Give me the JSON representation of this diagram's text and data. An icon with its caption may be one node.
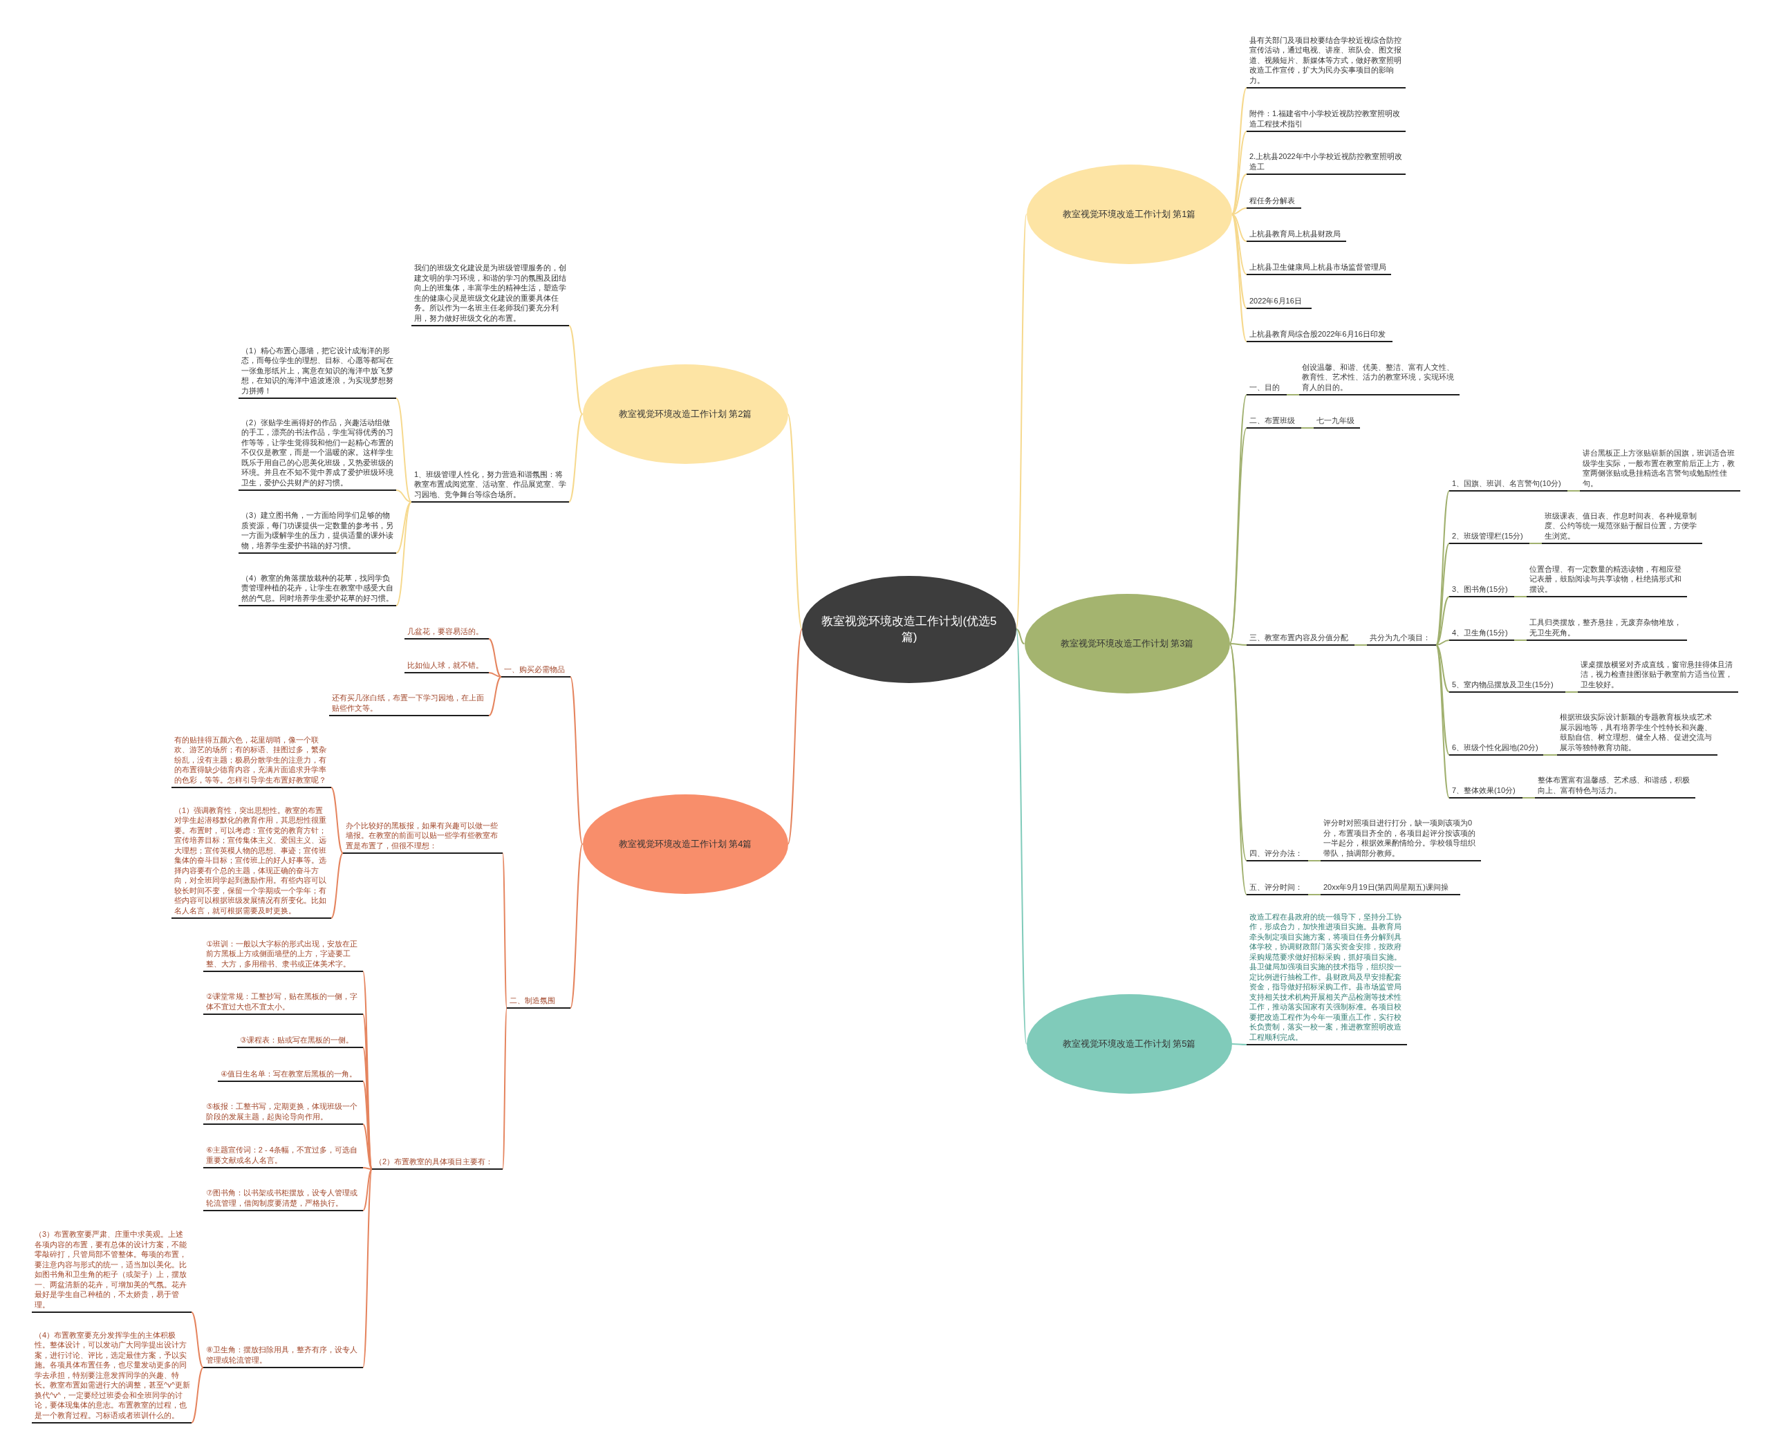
{
  "diagram": {
    "nodes": [
      {
        "text": [
          "教室视觉环境改造工作计划(优选5篇)"
        ]
      },
      {
        "text": [
          "教室视觉环境改造工作计划 第1篇"
        ]
      },
      {
        "text": [
          "县有关部门及项目校要结合学校近视综合防控宣传活动，通过电视、讲座、班队会、图文报道、视频短片、新媒体等方式，做好教室照明改造工作宣传，扩大为民办实事项目的影响力。"
        ]
      },
      {
        "text": [
          "附件：1.福建省中小学校近视防控教室照明改造工程技术指引"
        ]
      },
      {
        "text": [
          "2.上杭县2022年中小学校近视防控教室照明改造工"
        ]
      },
      {
        "text": [
          "程任务分解表"
        ]
      },
      {
        "text": [
          "上杭县教育局上杭县财政局"
        ]
      },
      {
        "text": [
          "上杭县卫生健康局上杭县市场监督管理局"
        ]
      },
      {
        "text": [
          "2022年6月16日"
        ]
      },
      {
        "text": [
          "上杭县教育局综合股2022年6月16日印发"
        ]
      },
      {
        "text": [
          "教室视觉环境改造工作计划 第2篇"
        ]
      },
      {
        "text": [
          "我们的班级文化建设是为班级管理服务的，创建文明的学习环境，和谐的学习的氛围及团结向上的班集体，丰富学生的精神生活，塑造学生的健康心灵是班级文化建设的重要具体任务。所以作为一名班主任老师我们要充分利用，努力做好班级文化的布置。"
        ]
      },
      {
        "text": [
          "1、班级管理人性化，努力营造和谐氛围：将教室布置成阅览室、活动室、作品展览室、学习园地、竞争舞台等综合场所。"
        ]
      },
      {
        "text": [
          "（1）精心布置心愿墙，把它设计成海洋的形态，而每位学生的理想、目标、心愿等都写在一张鱼形纸片上，寓意在知识的海洋中放飞梦想，在知识的海洋中追波逐浪，为实现梦想努力拼搏！"
        ]
      },
      {
        "text": [
          "（2）张贴学生画得好的作品，兴趣活动组做的手工，漂亮的书法作品，学生写得优秀的习作等等，让学生觉得我和他们一起精心布置的不仅仅是教室，而是一个温暖的家。这样学生既乐于用自己的心思美化班级，又热爱班级的环境。并且在不知不觉中养成了爱护班级环境卫生，爱护公共财产的好习惯。"
        ]
      },
      {
        "text": [
          "（3）建立图书角，一方面给同学们足够的物质资源，每门功课提供一定数量的参考书，另一方面为缓解学生的压力，提供适量的课外读物，培养学生爱护书籍的好习惯。"
        ]
      },
      {
        "text": [
          "（4）教室的角落摆放栽种的花草，找同学负责管理种植的花卉，让学生在教室中感受大自然的气息。同时培养学生爱护花草的好习惯。"
        ]
      },
      {
        "text": [
          "教室视觉环境改造工作计划 第3篇"
        ]
      },
      {
        "text": [
          "一、目的"
        ]
      },
      {
        "text": [
          "创设温馨、和谐、优美、整洁、富有人文性、教育性、艺术性、活力的教室环境，实现环境育人的目的。"
        ]
      },
      {
        "text": [
          "二、布置班级"
        ]
      },
      {
        "text": [
          "七一九年级"
        ]
      },
      {
        "text": [
          "三、教室布置内容及分值分配"
        ]
      },
      {
        "text": [
          "共分为九个项目："
        ]
      },
      {
        "text": [
          "1、国旗、班训、名言警句(10分)"
        ]
      },
      {
        "text": [
          "讲台黑板正上方张贴崭新的国旗，班训适合班级学生实际，一般布置在教室前后正上方，教室两侧张贴或悬挂精选名言警句或勉励性佳句。"
        ]
      },
      {
        "text": [
          "2、班级管理栏(15分)"
        ]
      },
      {
        "text": [
          "班级课表、值日表、作息时间表、各种规章制度、公约等统一规范张贴于醒目位置，方便学生浏览。"
        ]
      },
      {
        "text": [
          "3、图书角(15分)"
        ]
      },
      {
        "text": [
          "位置合理、有一定数量的精选读物，有相应登记表册，鼓励阅读与共享读物，杜绝搞形式和摆设。"
        ]
      },
      {
        "text": [
          "4、卫生角(15分)"
        ]
      },
      {
        "text": [
          "工具归类摆放，整齐悬挂，无废弃杂物堆放，无卫生死角。"
        ]
      },
      {
        "text": [
          "5、室内物品摆放及卫生(15分)"
        ]
      },
      {
        "text": [
          "课桌摆放横竖对齐成直线，窗帘悬挂得体且清洁，视力检查挂图张贴于教室前方适当位置，卫生较好。"
        ]
      },
      {
        "text": [
          "6、班级个性化园地(20分)"
        ]
      },
      {
        "text": [
          "根据班级实际设计新颖的专题教育板块或艺术展示园地等，具有培养学生个性特长和兴趣、鼓励自信、树立理想、健全人格、促进交流与展示等独特教育功能。"
        ]
      },
      {
        "text": [
          "7、整体效果(10分)"
        ]
      },
      {
        "text": [
          "整体布置富有温馨感、艺术感、和谐感，积极向上、富有特色与活力。"
        ]
      },
      {
        "text": [
          "四、评分办法："
        ]
      },
      {
        "text": [
          "评分时对照项目进行打分，缺一项则该项为0分，布置项目齐全的，各项目起评分按该项的一半起分，根据效果酌情给分。学校领导组织带队，抽调部分教师。"
        ]
      },
      {
        "text": [
          "五、评分时间："
        ]
      },
      {
        "text": [
          "20xx年9月19日(第四周星期五)课间操"
        ]
      },
      {
        "text": [
          "教室视觉环境改造工作计划 第4篇"
        ]
      },
      {
        "text": [
          "一、购买必需物品"
        ]
      },
      {
        "text": [
          "几盆花，要容易活的。"
        ]
      },
      {
        "text": [
          "比如仙人球，就不错。"
        ]
      },
      {
        "text": [
          "还有买几张白纸，布置一下学习园地，在上面贴些作文等。"
        ]
      },
      {
        "text": [
          "二、制造氛围"
        ]
      },
      {
        "text": [
          "办个比较好的黑板报，如果有兴趣可以做一些墙报。在教室的前面可以贴一些学有些教室布置是布置了，但很不理想："
        ]
      },
      {
        "text": [
          "有的贴挂得五颜六色，花里胡哨，像一个联欢、游艺的场所；有的标语、挂图过多，繁杂纷乱，没有主题；极易分散学生的注意力，有的布置得缺少德育内容，充满片面追求升学率的色彩，等等。怎样引导学生布置好教室呢？"
        ]
      },
      {
        "text": [
          "（1）强调教育性，突出思想性。教室的布置对学生起潜移默化的教育作用，其思想性很重要。布置时，可以考虑：宣传党的教育方针；宣传培养目标；宣传集体主义、爱国主义、远大理想；宣传英模人物的思想、事迹；宣传班集体的奋斗目标；宣传班上的好人好事等。选择内容要有个总的主题，体现正确的奋斗方向，对全班同学起到激励作用。有些内容可以较长时间不变，保留一个学期或一个学年；有些内容可以根据班级发展情况有所变化。比如名人名言，就可根据需要及时更换。"
        ]
      },
      {
        "text": [
          "（2）布置教室的具体项目主要有："
        ]
      },
      {
        "text": [
          "①班训：一般以大字标的形式出现，安放在正前方黑板上方或侧面墙壁的上方，字迹要工整、大方，多用楷书、隶书或正体美术字。"
        ]
      },
      {
        "text": [
          "②课堂常规：工整抄写，贴在黑板的一侧，字体不宜过大也不宜太小。"
        ]
      },
      {
        "text": [
          "③课程表：贴或写在黑板的一侧。"
        ]
      },
      {
        "text": [
          "④值日生名单：写在教室后黑板的一角。"
        ]
      },
      {
        "text": [
          "⑤板报：工整书写，定期更换，体现班级一个阶段的发展主题，起舆论导向作用。"
        ]
      },
      {
        "text": [
          "⑥主题宣传词：2 - 4条幅，不宜过多，可选自重要文献或名人名言。"
        ]
      },
      {
        "text": [
          "⑦图书角：以书架或书柜摆放，设专人管理或轮流管理，借阅制度要清楚，严格执行。"
        ]
      },
      {
        "text": [
          "⑧卫生角：摆放扫除用具，整齐有序，设专人管理或轮流管理。"
        ]
      },
      {
        "text": [
          "（3）布置教室要严肃、庄重中求美观。上述各项内容的布置，要有总体的设计方案，不能零敲碎打，只管局部不管整体。每项的布置，要注意内容与形式的统一，适当加以美化。比如图书角和卫生角的柜子（或架子）上，摆放一、两盆清新的花卉，可增加美的气氛。花卉最好是学生自己种植的，不太娇贵，易于管理。"
        ]
      },
      {
        "text": [
          "（4）布置教室要充分发挥学生的主体积极性。整体设计，可以发动广大同学提出设计方案，进行讨论、评比，选定最佳方案，予以实施。各项具体布置任务，也尽量发动更多的同学去承担，特别要注意发挥同学的兴趣、特长。教室布置如需进行大的调整，甚至^v^更新换代^v^，一定要经过班委会和全班同学的讨论，要体现集体的意志。布置教室的过程，也是一个教育过程。习标语或者班训什么的。"
        ]
      },
      {
        "text": [
          "教室视觉环境改造工作计划 第5篇"
        ]
      },
      {
        "text": [
          "改造工程在县政府的统一领导下，坚持分工协作，形成合力，加快推进项目实施。县教育局牵头制定项目实施方案，将项目任务分解到具体学校，协调财政部门落实资金安排，按政府采购规范要求做好招标采购，抓好项目实施。县卫健局加强项目实施的技术指导，组织按一定比例进行抽检工作。县财政局及早安排配套资金，指导做好招标采购工作。县市场监管局支持相关技术机构开展相关产品检测等技术性工作，推动落实国家有关强制标准。各项目校要把改造工程作为今年一项重点工作，实行校长负责制，落实一校一案，推进教室照明改造工程顺利完成。"
        ]
      }
    ],
    "edges": [
      {
        "from": 0,
        "to": 1,
        "arrow": "none",
        "color": "#f6d98e"
      },
      {
        "from": 0,
        "to": 10,
        "arrow": "none",
        "color": "#f6d98e"
      },
      {
        "from": 0,
        "to": 17,
        "arrow": "none"
      },
      {
        "from": 0,
        "to": 42,
        "arrow": "none",
        "color": "#e5845e"
      },
      {
        "from": 0,
        "to": 62,
        "arrow": "none",
        "color": "#80cbba"
      },
      {
        "from": 1,
        "to": 2,
        "arrow": "none",
        "color": "#f6d98e"
      },
      {
        "from": 1,
        "to": 3,
        "arrow": "none",
        "color": "#f6d98e"
      },
      {
        "from": 1,
        "to": 4,
        "arrow": "none",
        "color": "#f6d98e"
      },
      {
        "from": 1,
        "to": 5,
        "arrow": "none",
        "color": "#f6d98e"
      },
      {
        "from": 1,
        "to": 6,
        "arrow": "none",
        "color": "#f6d98e"
      },
      {
        "from": 1,
        "to": 7,
        "arrow": "none",
        "color": "#f6d98e"
      },
      {
        "from": 1,
        "to": 8,
        "arrow": "none",
        "color": "#f6d98e"
      },
      {
        "from": 1,
        "to": 9,
        "arrow": "none",
        "color": "#f6d98e"
      },
      {
        "from": 10,
        "to": 11,
        "arrow": "none",
        "color": "#f6d98e"
      },
      {
        "from": 10,
        "to": 12,
        "arrow": "none",
        "color": "#f6d98e"
      },
      {
        "from": 12,
        "to": 13,
        "arrow": "none",
        "color": "#f6d98e"
      },
      {
        "from": 12,
        "to": 14,
        "arrow": "none",
        "color": "#f6d98e"
      },
      {
        "from": 12,
        "to": 15,
        "arrow": "none",
        "color": "#f6d98e"
      },
      {
        "from": 12,
        "to": 16,
        "arrow": "none",
        "color": "#f6d98e"
      },
      {
        "from": 17,
        "to": 18,
        "arrow": "none"
      },
      {
        "from": 18,
        "to": 19,
        "arrow": "none"
      },
      {
        "from": 17,
        "to": 20,
        "arrow": "none"
      },
      {
        "from": 20,
        "to": 21,
        "arrow": "none"
      },
      {
        "from": 17,
        "to": 22,
        "arrow": "none"
      },
      {
        "from": 22,
        "to": 23,
        "arrow": "none"
      },
      {
        "from": 23,
        "to": 24,
        "arrow": "none"
      },
      {
        "from": 24,
        "to": 25,
        "arrow": "none"
      },
      {
        "from": 23,
        "to": 26,
        "arrow": "none"
      },
      {
        "from": 26,
        "to": 27,
        "arrow": "none"
      },
      {
        "from": 23,
        "to": 28,
        "arrow": "none"
      },
      {
        "from": 28,
        "to": 29,
        "arrow": "none"
      },
      {
        "from": 23,
        "to": 30,
        "arrow": "none"
      },
      {
        "from": 30,
        "to": 31,
        "arrow": "none"
      },
      {
        "from": 23,
        "to": 32,
        "arrow": "none"
      },
      {
        "from": 32,
        "to": 33,
        "arrow": "none"
      },
      {
        "from": 23,
        "to": 34,
        "arrow": "none"
      },
      {
        "from": 34,
        "to": 35,
        "arrow": "none"
      },
      {
        "from": 23,
        "to": 36,
        "arrow": "none"
      },
      {
        "from": 36,
        "to": 37,
        "arrow": "none"
      },
      {
        "from": 17,
        "to": 38,
        "arrow": "none"
      },
      {
        "from": 38,
        "to": 39,
        "arrow": "none"
      },
      {
        "from": 17,
        "to": 40,
        "arrow": "none"
      },
      {
        "from": 40,
        "to": 41,
        "arrow": "none"
      },
      {
        "from": 42,
        "to": 43,
        "arrow": "none",
        "color": "#e5845e"
      },
      {
        "from": 43,
        "to": 44,
        "arrow": "none",
        "color": "#e5845e"
      },
      {
        "from": 43,
        "to": 45,
        "arrow": "none",
        "color": "#e5845e"
      },
      {
        "from": 43,
        "to": 46,
        "arrow": "none",
        "color": "#e5845e"
      },
      {
        "from": 42,
        "to": 47,
        "arrow": "none",
        "color": "#e5845e"
      },
      {
        "from": 47,
        "to": 48,
        "arrow": "none",
        "color": "#e5845e"
      },
      {
        "from": 48,
        "to": 49,
        "arrow": "none",
        "color": "#e5845e"
      },
      {
        "from": 48,
        "to": 50,
        "arrow": "none",
        "color": "#e5845e"
      },
      {
        "from": 47,
        "to": 51,
        "arrow": "none",
        "color": "#e5845e"
      },
      {
        "from": 51,
        "to": 52,
        "arrow": "none",
        "color": "#e5845e"
      },
      {
        "from": 51,
        "to": 53,
        "arrow": "none",
        "color": "#e5845e"
      },
      {
        "from": 51,
        "to": 54,
        "arrow": "none",
        "color": "#e5845e"
      },
      {
        "from": 51,
        "to": 55,
        "arrow": "none",
        "color": "#e5845e"
      },
      {
        "from": 51,
        "to": 56,
        "arrow": "none",
        "color": "#e5845e"
      },
      {
        "from": 51,
        "to": 57,
        "arrow": "none",
        "color": "#e5845e"
      },
      {
        "from": 51,
        "to": 58,
        "arrow": "none",
        "color": "#e5845e"
      },
      {
        "from": 51,
        "to": 59,
        "arrow": "none",
        "color": "#e5845e"
      },
      {
        "from": 59,
        "to": 60,
        "arrow": "none",
        "color": "#e5845e"
      },
      {
        "from": 59,
        "to": 61,
        "arrow": "none",
        "color": "#e5845e"
      },
      {
        "from": 62,
        "to": 63,
        "arrow": "none",
        "color": "#80cbba"
      }
    ]
  }
}
